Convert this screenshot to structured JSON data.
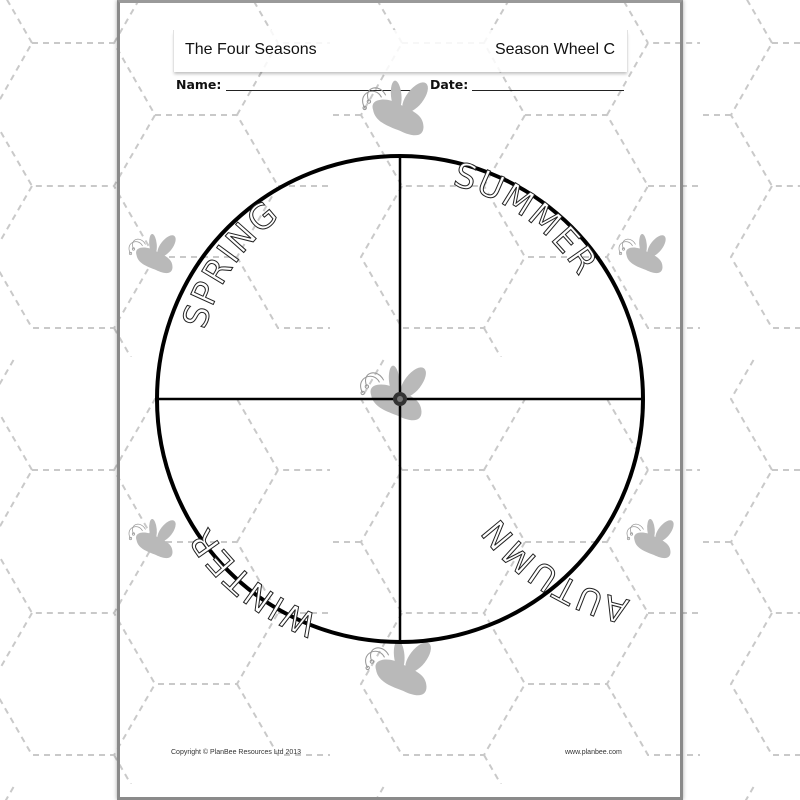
{
  "worksheet": {
    "title": "The Four Seasons",
    "subtitle": "Season Wheel C",
    "fields": {
      "name_label": "Name:",
      "name_value": "",
      "date_label": "Date:",
      "date_value": ""
    },
    "wheel": {
      "quadrants": [
        {
          "position": "top-left",
          "label": "SPRING"
        },
        {
          "position": "top-right",
          "label": "SUMMER"
        },
        {
          "position": "bottom-right",
          "label": "AUTUMN"
        },
        {
          "position": "bottom-left",
          "label": "WINTER"
        }
      ],
      "center_icon": "bee-icon"
    },
    "decorations": {
      "bee_icons": [
        "bee-top",
        "bee-left-upper",
        "bee-right-upper",
        "bee-center",
        "bee-left-lower",
        "bee-right-lower",
        "bee-bottom"
      ],
      "bee_color": "#b5b5b5",
      "background_pattern": "dashed-hexagon-grid",
      "pattern_color": "#c8c8c8"
    },
    "footer": {
      "copyright": "Copyright © PlanBee Resources Ltd 2013",
      "website": "www.planbee.com"
    }
  }
}
